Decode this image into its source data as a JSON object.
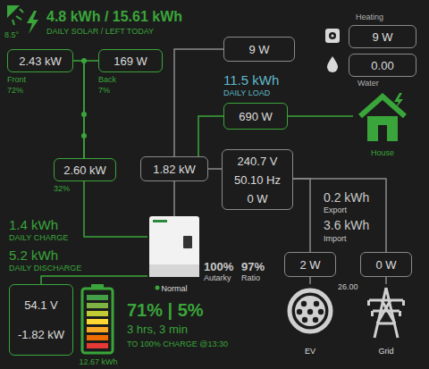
{
  "diagram": {
    "nodes": [
      {
        "text": [
          "2.43 kW"
        ]
      },
      {
        "text": [
          "169 W"
        ]
      },
      {
        "text": [
          "2.60 kW"
        ]
      },
      {
        "text": [
          "1.82 kW"
        ]
      },
      {
        "text": [
          "9 W"
        ]
      },
      {
        "text": [
          "9 W"
        ]
      },
      {
        "text": [
          "0.00"
        ]
      },
      {
        "text": [
          "690 W"
        ]
      },
      {
        "text": [
          "240.7 V",
          "50.10 Hz",
          "0 W"
        ]
      },
      {
        "text": [
          "Normal"
        ]
      },
      {
        "text": [
          "54.1 V",
          "-1.82 kW"
        ]
      },
      {
        "text": [
          "2 W"
        ]
      },
      {
        "text": [
          "0 W"
        ]
      },
      {
        "text": [
          "House"
        ]
      },
      {
        "text": [
          "EV"
        ]
      },
      {
        "text": [
          "Grid"
        ]
      },
      {
        "text": [
          "12.67 kWh"
        ]
      }
    ],
    "edges": [
      {
        "from": 0,
        "to": 2,
        "arrow": "none"
      },
      {
        "from": 1,
        "to": 2,
        "arrow": "none"
      },
      {
        "from": 2,
        "to": 9,
        "arrow": "none"
      },
      {
        "from": 3,
        "to": 9,
        "arrow": "none"
      },
      {
        "from": 3,
        "to": 4,
        "arrow": "none"
      },
      {
        "from": 3,
        "to": 8,
        "arrow": "none"
      },
      {
        "from": 3,
        "to": 7,
        "arrow": "none"
      },
      {
        "from": 7,
        "to": 13,
        "arrow": "none"
      },
      {
        "from": 8,
        "to": 11,
        "arrow": "none"
      },
      {
        "from": 8,
        "to": 12,
        "arrow": "none"
      },
      {
        "from": 10,
        "to": 9,
        "arrow": "none"
      },
      {
        "from": 11,
        "to": 14,
        "arrow": "none"
      },
      {
        "from": 12,
        "to": 15,
        "arrow": "none"
      }
    ],
    "labels": [
      "4.8 kWh / 15.61 kWh",
      "DAILY SOLAR / LEFT TODAY",
      "8.5°",
      "Front",
      "72%",
      "Back",
      "7%",
      "32%",
      "Heating",
      "Water",
      "11.5 kWh",
      "DAILY LOAD",
      "0.2 kWh",
      "Export",
      "3.6 kWh",
      "Import",
      "1.4 kWh",
      "DAILY CHARGE",
      "5.2 kWh",
      "DAILY DISCHARGE",
      "100%",
      "Autarky",
      "97%",
      "Ratio",
      "26.00",
      "71% | 5%",
      "3 hrs, 3 min",
      "TO 100% CHARGE @13:30"
    ]
  }
}
